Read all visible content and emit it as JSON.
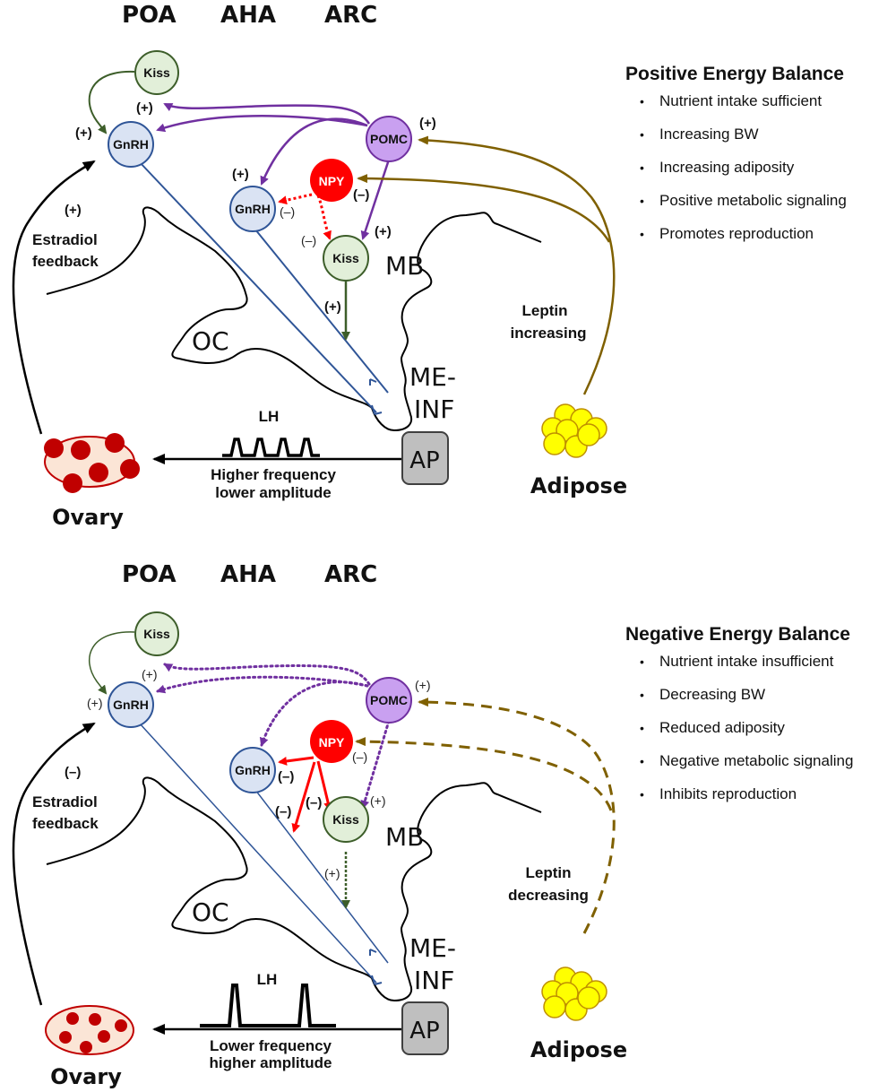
{
  "colors": {
    "kiss_fill": "#e2efd9",
    "kiss_stroke": "#3d5e2a",
    "gnrh_fill": "#dae3f3",
    "gnrh_stroke": "#2f5597",
    "pomc_fill": "#c9a0f0",
    "pomc_stroke": "#7030a0",
    "npy_fill": "#ff0000",
    "purple_arrow": "#7030a0",
    "red_arrow": "#ff0000",
    "green_arrow": "#3d5e2a",
    "leptin_arrow": "#7f6000",
    "blue_axon": "#2f5597",
    "ovary_fill": "#fbe5d6",
    "ovary_follicle": "#c00000",
    "adipose_fill": "#ffff00",
    "adipose_stroke": "#bf9000",
    "ap_fill": "#bfbfbf"
  },
  "panels": [
    {
      "id": "positive",
      "regions": [
        "POA",
        "AHA",
        "ARC"
      ],
      "nodes": {
        "kiss_poa": "Kiss",
        "gnrh_poa": "GnRH",
        "pomc": "POMC",
        "npy": "NPY",
        "gnrh_aha": "GnRH",
        "kiss_arc": "Kiss"
      },
      "signs": {
        "kiss_to_gnrh": "(+)",
        "pomc_to_kiss_poa": "(+)",
        "pomc_leptin": "(+)",
        "pomc_to_gnrh_aha": "(+)",
        "npy_leptin": "(–)",
        "npy_to_gnrh_aha": "(–)",
        "npy_to_kiss_arc": "(–)",
        "pomc_to_kiss_arc": "(+)",
        "kiss_arc_to_me": "(+)",
        "estradiol": "(+)"
      },
      "estradiol_label": [
        "Estradiol",
        "feedback"
      ],
      "anatomy": {
        "mb": "MB",
        "oc": "OC",
        "me_inf": [
          "ME-",
          "INF"
        ],
        "ap": "AP"
      },
      "lh": {
        "label": "LH",
        "pulse_pattern": "4 pulses",
        "pulse_count": 4,
        "caption": [
          "Higher frequency",
          "lower amplitude"
        ]
      },
      "leptin_label": [
        "Leptin",
        "increasing"
      ],
      "ovary_label": "Ovary",
      "adipose_label": "Adipose",
      "sidebar": {
        "title": "Positive Energy Balance",
        "bullet": "•",
        "items": [
          "Nutrient intake sufficient",
          "Increasing BW",
          "Increasing adiposity",
          "Positive metabolic signaling",
          "Promotes reproduction"
        ]
      }
    },
    {
      "id": "negative",
      "regions": [
        "POA",
        "AHA",
        "ARC"
      ],
      "nodes": {
        "kiss_poa": "Kiss",
        "gnrh_poa": "GnRH",
        "pomc": "POMC",
        "npy": "NPY",
        "gnrh_aha": "GnRH",
        "kiss_arc": "Kiss"
      },
      "signs": {
        "kiss_to_gnrh": "(+)",
        "pomc_to_kiss_poa": "(+)",
        "pomc_leptin": "(+)",
        "npy_leptin": "(–)",
        "npy_to_gnrh_aha": "(–)",
        "npy_to_kiss_arc": "(–)",
        "npy_to_axon": "(–)",
        "pomc_to_kiss_arc": "(+)",
        "kiss_arc_to_me": "(+)",
        "estradiol": "(–)"
      },
      "estradiol_label": [
        "Estradiol",
        "feedback"
      ],
      "anatomy": {
        "mb": "MB",
        "oc": "OC",
        "me_inf": [
          "ME-",
          "INF"
        ],
        "ap": "AP"
      },
      "lh": {
        "label": "LH",
        "pulse_pattern": "2 pulses",
        "pulse_count": 2,
        "caption": [
          "Lower frequency",
          "higher amplitude"
        ]
      },
      "leptin_label": [
        "Leptin",
        "decreasing"
      ],
      "ovary_label": "Ovary",
      "adipose_label": "Adipose",
      "sidebar": {
        "title": "Negative Energy Balance",
        "bullet": "•",
        "items": [
          "Nutrient intake insufficient",
          "Decreasing BW",
          "Reduced adiposity",
          "Negative metabolic signaling",
          "Inhibits reproduction"
        ]
      }
    }
  ]
}
